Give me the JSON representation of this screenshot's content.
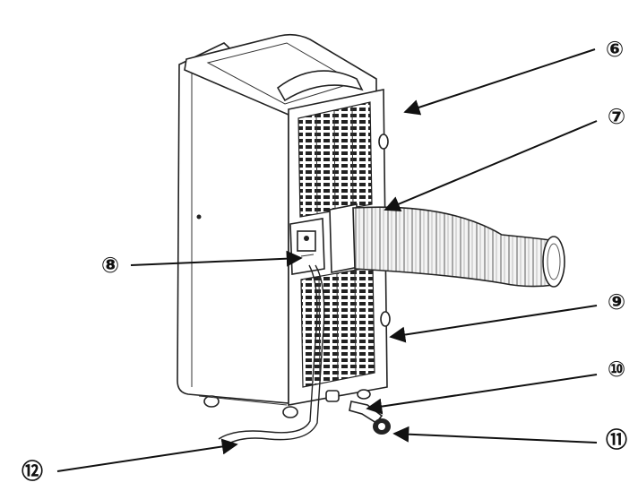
{
  "diagram": {
    "callouts": [
      {
        "id": "6",
        "label": "⑥"
      },
      {
        "id": "7",
        "label": "⑦"
      },
      {
        "id": "8",
        "label": "⑧"
      },
      {
        "id": "9",
        "label": "⑨"
      },
      {
        "id": "10",
        "label": "⑩"
      },
      {
        "id": "11",
        "label": "⑪"
      },
      {
        "id": "12",
        "label": "⑫"
      }
    ]
  }
}
